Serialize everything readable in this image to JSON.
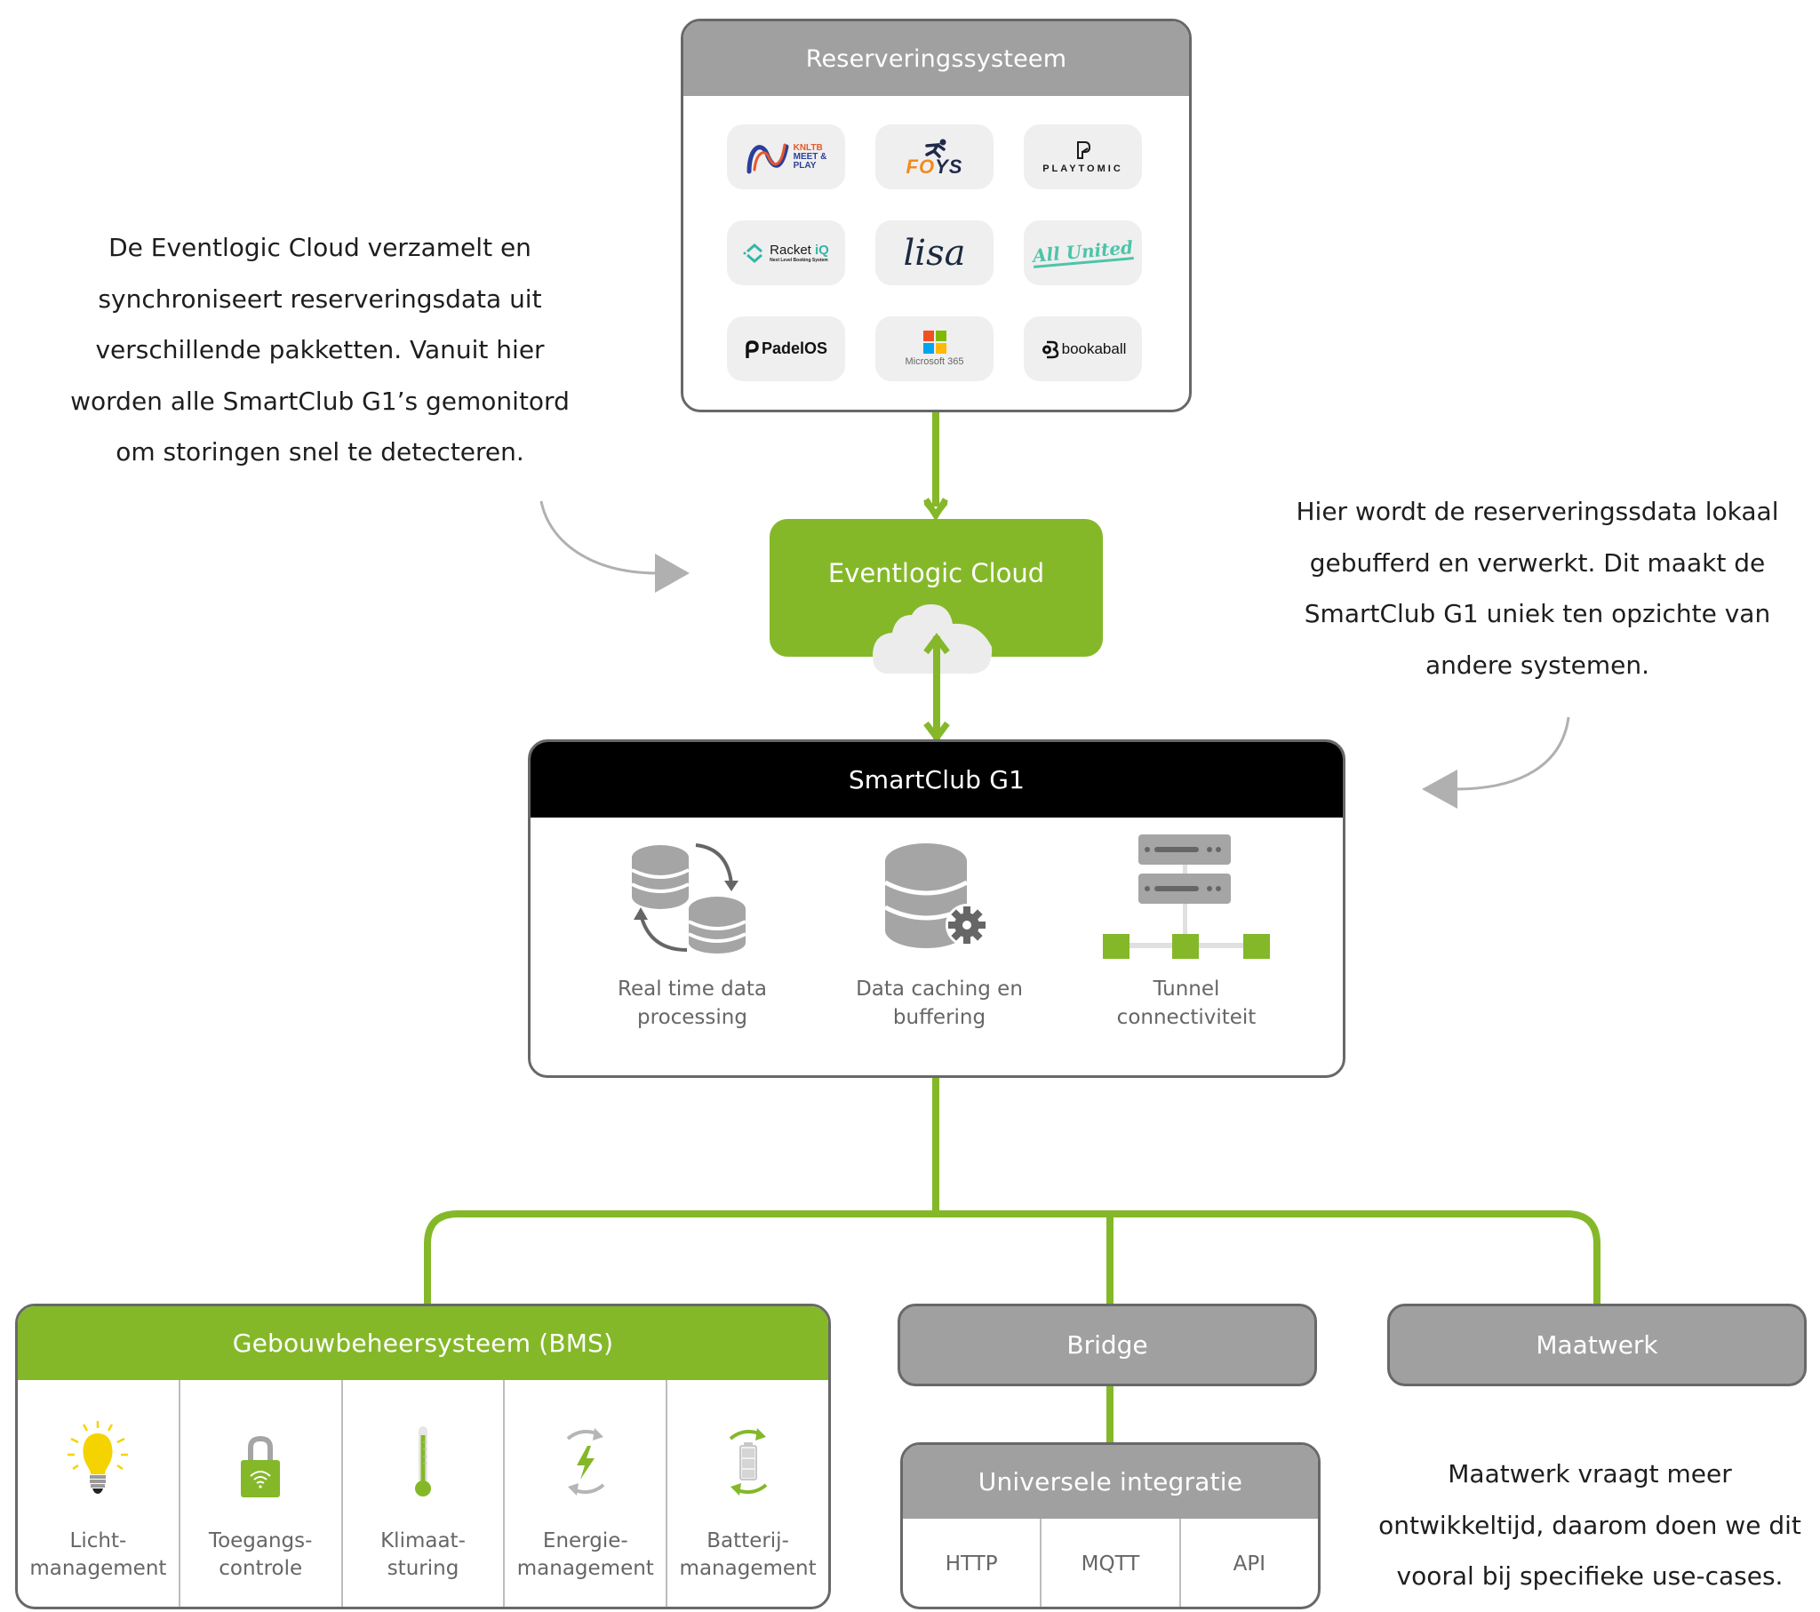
{
  "colors": {
    "green": "#84b829",
    "grey_header": "#a0a0a0",
    "border": "#686868",
    "tile_bg": "#efefef",
    "arrow_grey": "#b0b0b0",
    "label_grey": "#666666",
    "black_header": "#000000"
  },
  "reservation_system": {
    "title": "Reserveringssysteem",
    "logos": [
      {
        "name": "KNLTB Meet & Play",
        "lines": [
          "KNLTB",
          "MEET &",
          "PLAY"
        ]
      },
      {
        "name": "FOYS",
        "text": "FOYS"
      },
      {
        "name": "Playtomic",
        "text": "PLAYTOMIC"
      },
      {
        "name": "Racket iQ",
        "text": "Racket",
        "accent": "iQ",
        "subtitle": "Next Level Booking System"
      },
      {
        "name": "lisa",
        "text": "lisa"
      },
      {
        "name": "All United",
        "text": "All United"
      },
      {
        "name": "PadelOS",
        "text": "PadelOS"
      },
      {
        "name": "Microsoft 365",
        "text": "Microsoft 365"
      },
      {
        "name": "bookaball",
        "text": "bookaball"
      }
    ]
  },
  "cloud": {
    "title": "Eventlogic Cloud",
    "icon": "cloud-icon"
  },
  "smartclub": {
    "title": "SmartClub G1",
    "features": [
      {
        "icon": "database-sync-icon",
        "line1": "Real time data",
        "line2": "processing"
      },
      {
        "icon": "database-gear-icon",
        "line1": "Data caching en",
        "line2": "buffering"
      },
      {
        "icon": "server-network-icon",
        "line1": "Tunnel",
        "line2": "connectiviteit"
      }
    ]
  },
  "bms": {
    "title": "Gebouwbeheersysteem (BMS)",
    "items": [
      {
        "icon": "lightbulb-icon",
        "line1": "Licht-",
        "line2": "management"
      },
      {
        "icon": "wifi-lock-icon",
        "line1": "Toegangs-",
        "line2": "controle"
      },
      {
        "icon": "thermometer-icon",
        "line1": "Klimaat-",
        "line2": "sturing"
      },
      {
        "icon": "energy-cycle-icon",
        "line1": "Energie-",
        "line2": "management"
      },
      {
        "icon": "battery-cycle-icon",
        "line1": "Batterij-",
        "line2": "management"
      }
    ]
  },
  "bridge": {
    "title": "Bridge"
  },
  "maatwerk": {
    "title": "Maatwerk",
    "note_lines": [
      "Maatwerk vraagt meer",
      "ontwikkeltijd, daarom doen we dit",
      "vooral bij specifieke use-cases."
    ]
  },
  "universal_integration": {
    "title": "Universele integratie",
    "protocols": [
      "HTTP",
      "MQTT",
      "API"
    ]
  },
  "notes": {
    "left_lines": [
      "De Eventlogic Cloud verzamelt en",
      "synchroniseert reserveringsdata uit",
      "verschillende pakketten. Vanuit hier",
      "worden alle SmartClub G1’s gemonitord",
      "om storingen snel te detecteren."
    ],
    "right_lines": [
      "Hier wordt de reserveringssdata lokaal",
      "gebufferd en verwerkt. Dit maakt de",
      "SmartClub G1 uniek ten opzichte van",
      "andere systemen."
    ]
  }
}
